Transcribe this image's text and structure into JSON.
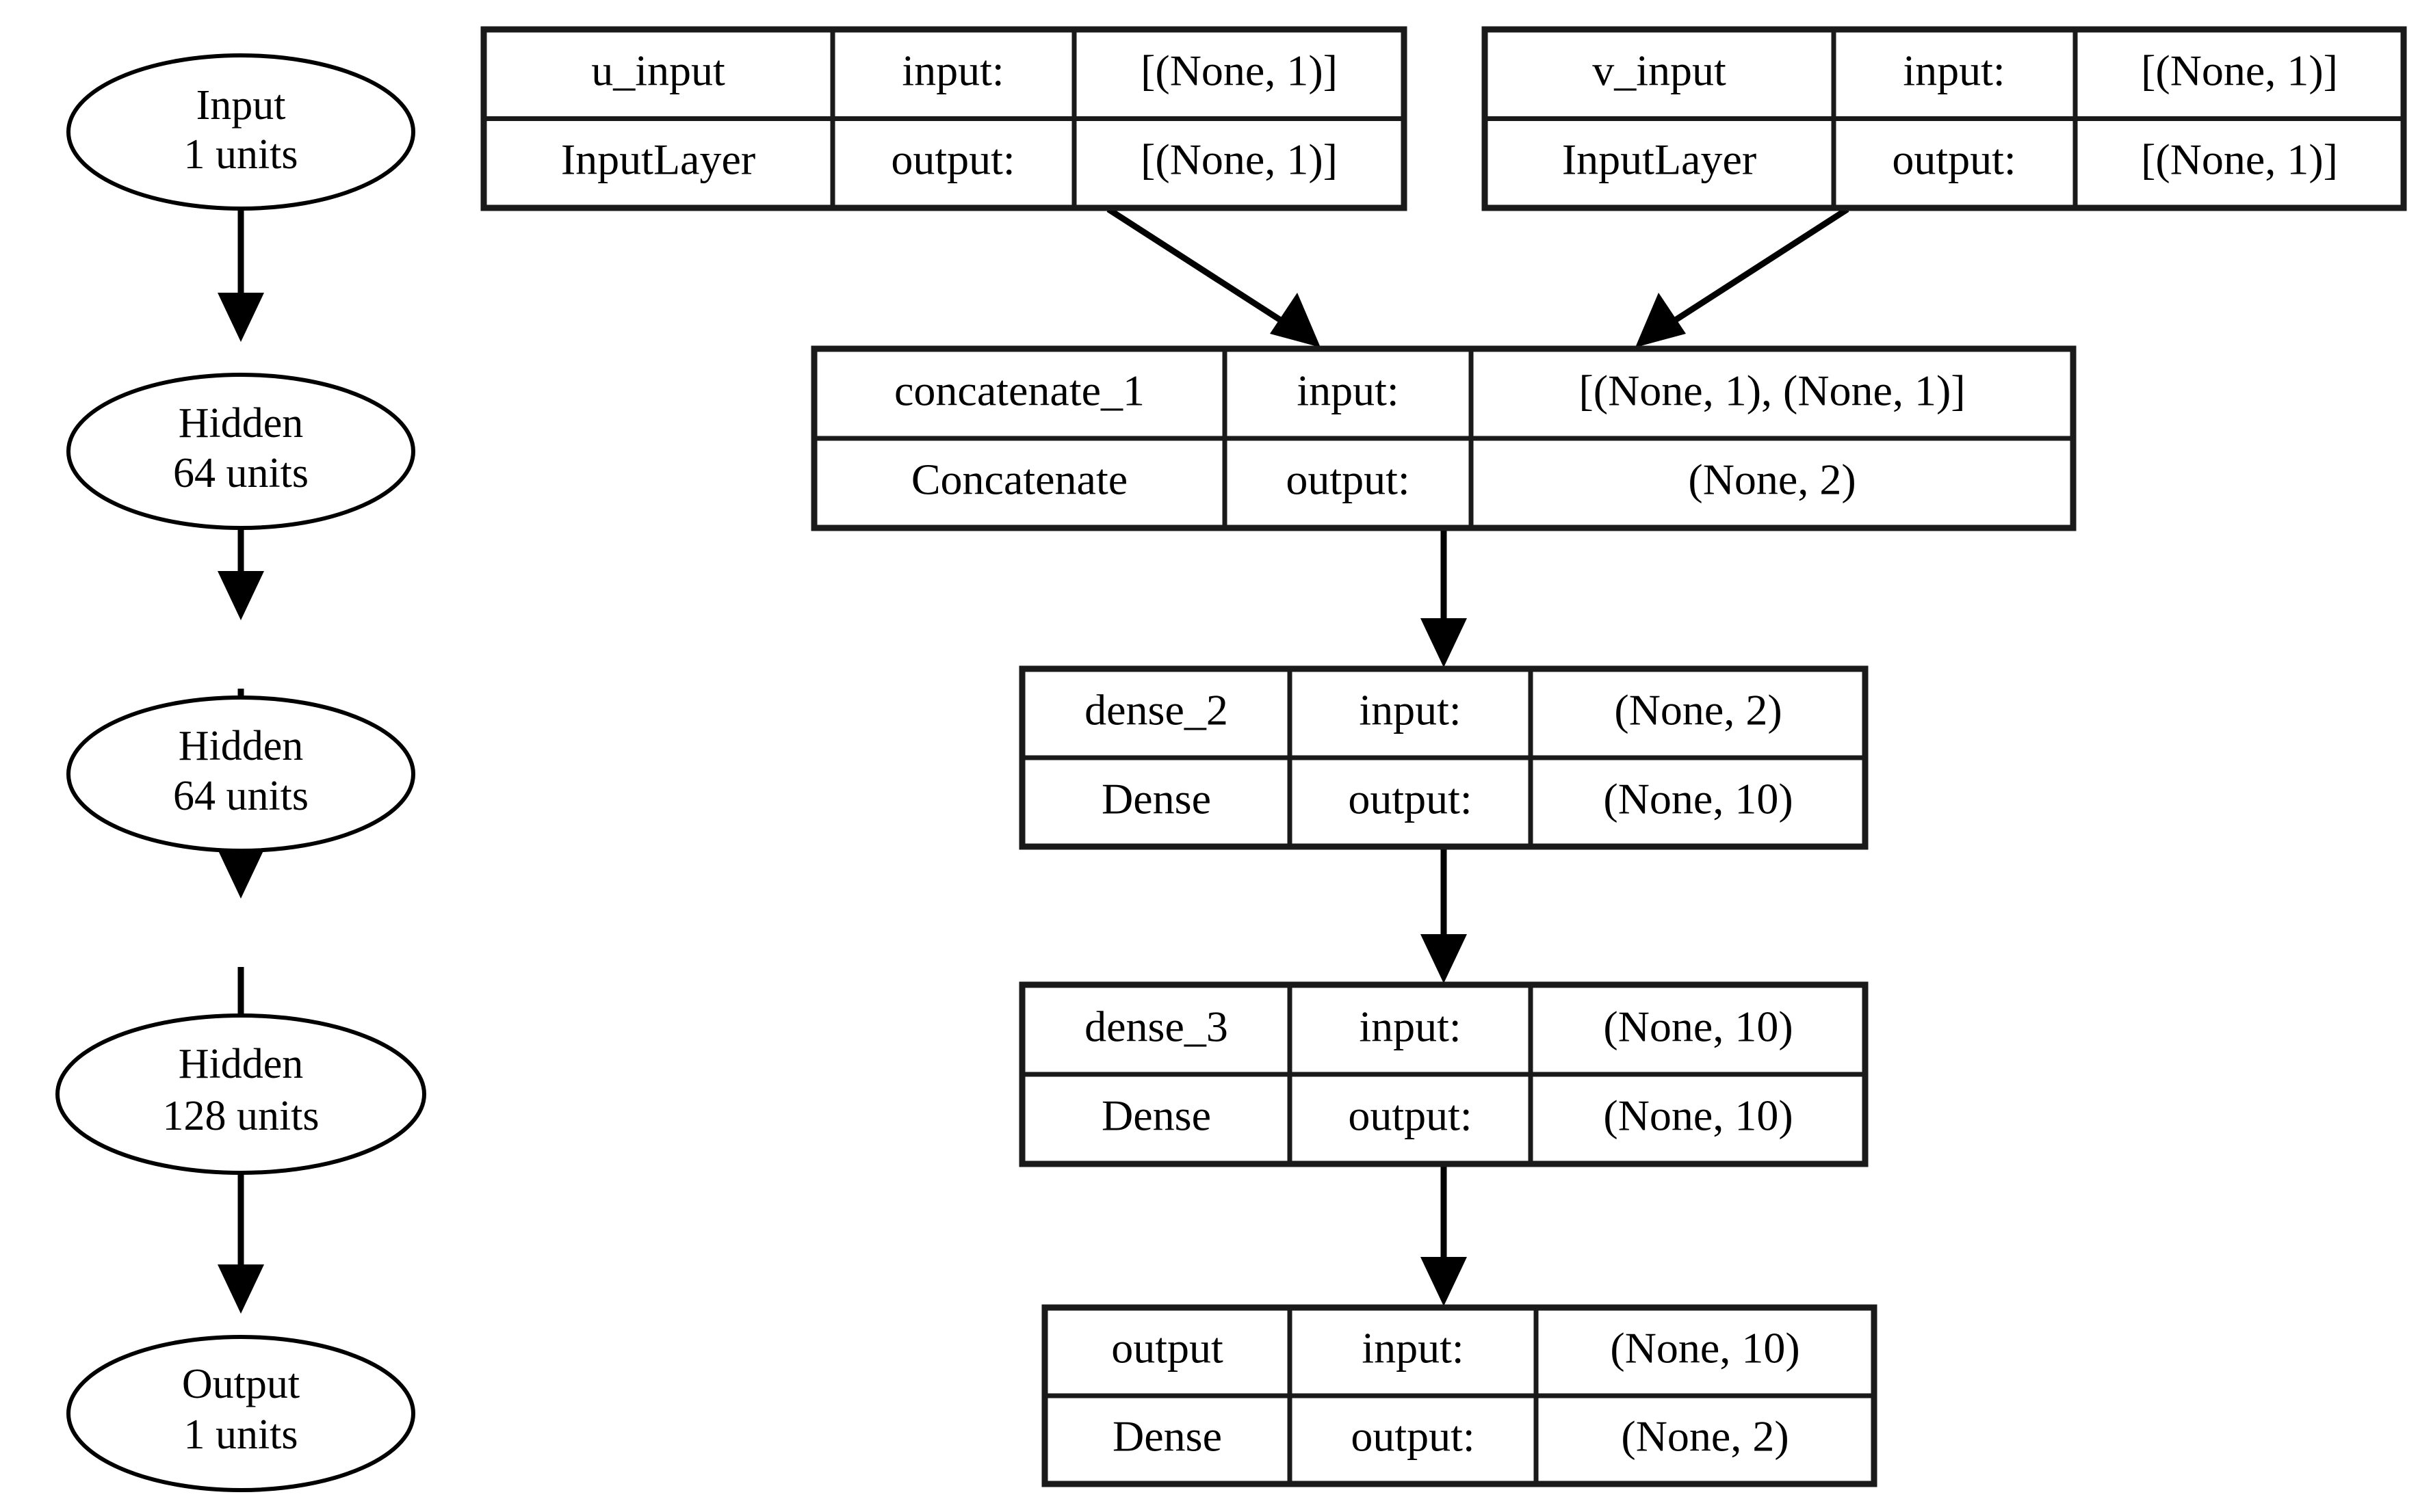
{
  "diagram": {
    "type": "neural-network-architecture",
    "background_color": "#ffffff",
    "stroke_color": "#000000",
    "left_graph": {
      "title": "sequential-network",
      "nodes": [
        {
          "id": "input",
          "line1": "Input",
          "line2": "1 units"
        },
        {
          "id": "hidden1",
          "line1": "Hidden",
          "line2": "64 units"
        },
        {
          "id": "hidden2",
          "line1": "Hidden",
          "line2": "64 units"
        },
        {
          "id": "hidden3",
          "line1": "Hidden",
          "line2": "128 units"
        },
        {
          "id": "output",
          "line1": "Output",
          "line2": "1 units"
        }
      ],
      "edges": [
        {
          "from": "input",
          "to": "hidden1"
        },
        {
          "from": "hidden1",
          "to": "hidden2"
        },
        {
          "from": "hidden2",
          "to": "hidden3"
        },
        {
          "from": "hidden3",
          "to": "output"
        }
      ]
    },
    "right_graph": {
      "title": "keras-functional-model",
      "row_labels": {
        "input": "input:",
        "output": "output:"
      },
      "layers": [
        {
          "id": "u_input",
          "name": "u_input",
          "class_name": "InputLayer",
          "input_shape": "[(None, 1)]",
          "output_shape": "[(None, 1)]"
        },
        {
          "id": "v_input",
          "name": "v_input",
          "class_name": "InputLayer",
          "input_shape": "[(None, 1)]",
          "output_shape": "[(None, 1)]"
        },
        {
          "id": "concatenate_1",
          "name": "concatenate_1",
          "class_name": "Concatenate",
          "input_shape": "[(None, 1), (None, 1)]",
          "output_shape": "(None, 2)"
        },
        {
          "id": "dense_2",
          "name": "dense_2",
          "class_name": "Dense",
          "input_shape": "(None, 2)",
          "output_shape": "(None, 10)"
        },
        {
          "id": "dense_3",
          "name": "dense_3",
          "class_name": "Dense",
          "input_shape": "(None, 10)",
          "output_shape": "(None, 10)"
        },
        {
          "id": "output",
          "name": "output",
          "class_name": "Dense",
          "input_shape": "(None, 10)",
          "output_shape": "(None, 2)"
        }
      ],
      "edges": [
        {
          "from": "u_input",
          "to": "concatenate_1"
        },
        {
          "from": "v_input",
          "to": "concatenate_1"
        },
        {
          "from": "concatenate_1",
          "to": "dense_2"
        },
        {
          "from": "dense_2",
          "to": "dense_3"
        },
        {
          "from": "dense_3",
          "to": "output"
        }
      ]
    }
  }
}
